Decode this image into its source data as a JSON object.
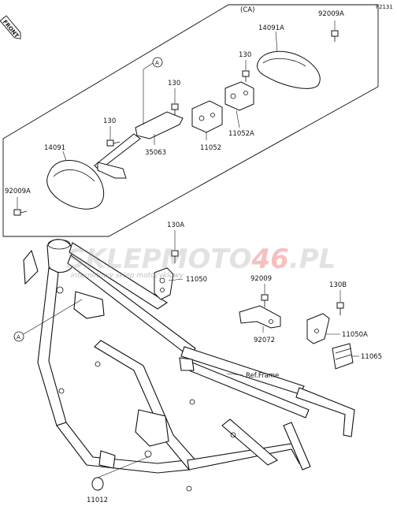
{
  "diagram": {
    "figure_code": "F2131",
    "front_label": "FRONT",
    "ca_label": "(CA)",
    "callout_letter": "A",
    "parts": {
      "p92009A_top": "92009A",
      "p14091A": "14091A",
      "p130_ca": "130",
      "p130_mid": "130",
      "p130_left": "130",
      "p35063": "35063",
      "p11052": "11052",
      "p11052A": "11052A",
      "p14091": "14091",
      "p92009A_left": "92009A",
      "p130A": "130A",
      "p11050": "11050",
      "p92009": "92009",
      "p92072": "92072",
      "p130B": "130B",
      "p11050A": "11050A",
      "p11065": "11065",
      "ref_frame": "Ref.Frame",
      "p11012": "11012"
    },
    "watermark": {
      "brand_a": "SKLEP",
      "brand_b": "MOTO",
      "brand_c": "46",
      "brand_d": ".PL",
      "tagline": "internetowy sklep motocyklowy",
      "color_grey": "#9a9a9a",
      "color_red": "#e02020"
    }
  }
}
